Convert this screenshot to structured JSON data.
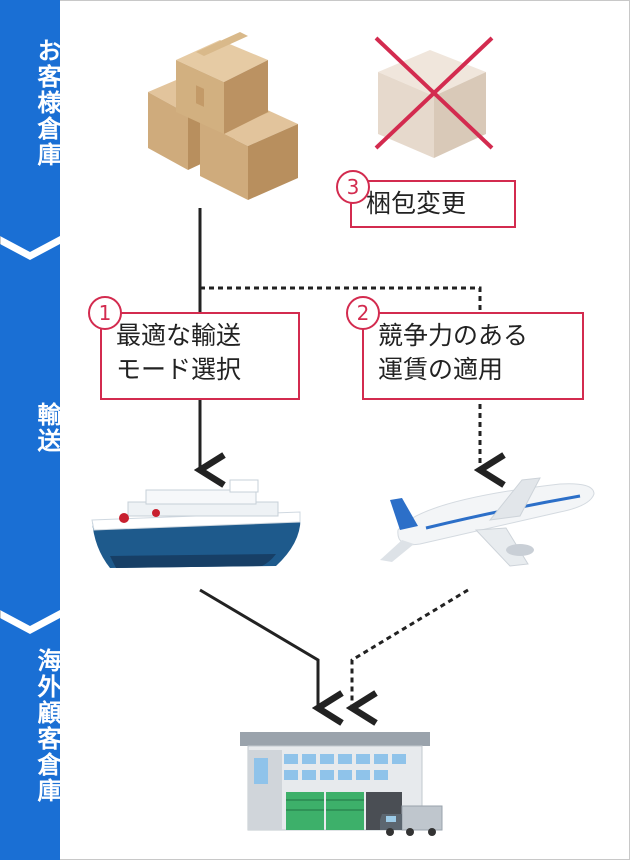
{
  "sidebar": {
    "sections": [
      {
        "label": "お客様倉庫"
      },
      {
        "label": "輸送"
      },
      {
        "label": "海外顧客倉庫"
      }
    ],
    "color": "#1a6fd4"
  },
  "labels": {
    "repack": {
      "number": "3",
      "text": "梱包変更"
    },
    "mode_select": {
      "number": "1",
      "line1": "最適な輸送",
      "line2": "モード選択"
    },
    "freight": {
      "number": "2",
      "line1": "競争力のある",
      "line2": "運賃の適用"
    }
  },
  "icons": {
    "boxes": "cardboard-boxes-icon",
    "crossed_box": "crossed-out-box-icon",
    "ship": "cargo-ship-icon",
    "plane": "airplane-icon",
    "warehouse": "warehouse-icon",
    "truck": "truck-icon"
  },
  "colors": {
    "accent": "#d32b4f",
    "line": "#222222",
    "blue": "#1a6fd4"
  }
}
